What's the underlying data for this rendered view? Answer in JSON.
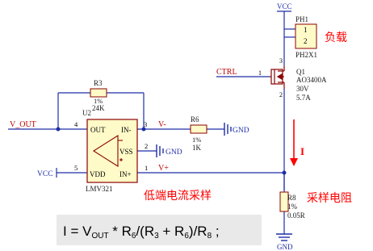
{
  "nets": {
    "vcc_top": "VCC",
    "ctrl": "CTRL",
    "v_out": "V_OUT",
    "vcc_left": "VCC",
    "v_minus": "V-",
    "v_plus": "V+",
    "gnd_r6": "GND",
    "gnd_vss": "GND",
    "gnd_bottom": "GND"
  },
  "components": {
    "ph1": {
      "ref": "PH1",
      "part": "PH2X1",
      "pin1": "1",
      "pin2": "2"
    },
    "q1": {
      "ref": "Q1",
      "part": "AO3400A",
      "voltage": "30V",
      "current": "5.7A",
      "pin_gate": "1",
      "pin_drain": "3",
      "pin_source": "2"
    },
    "r3": {
      "ref": "R3",
      "tol": "1%",
      "value": "24K"
    },
    "r6": {
      "ref": "R6",
      "tol": "1%",
      "value": "1K"
    },
    "r8": {
      "ref": "R8",
      "tol": "1%",
      "value": "0.05R"
    },
    "u2": {
      "ref": "U2",
      "part": "LMV321",
      "pins": {
        "out_label": "OUT",
        "in_minus_label": "IN-",
        "vss_label": "VSS",
        "vdd_label": "VDD",
        "in_plus_label": "IN+",
        "out_num": "4",
        "in_minus_num": "3",
        "vss_num": "2",
        "vdd_num": "5",
        "in_plus_num": "1"
      }
    }
  },
  "annotations": {
    "load": "负载",
    "current_arrow_label": "I",
    "low_side_sense": "低端电流采样",
    "sense_resistor": "采样电阻"
  },
  "formula": {
    "lhs": "I = V",
    "sub_out": "OUT",
    "mid1": " * R",
    "sub_6a": "6",
    "mid2": "/(R",
    "sub_3": "3",
    "mid3": " + R",
    "sub_6b": "6",
    "mid4": ")/R",
    "sub_8": "8",
    "end": " ;"
  },
  "colors": {
    "wire": "#1f2ea8",
    "component": "#8b0000",
    "component_fill": "#fffbc8",
    "label_red": "#c00000",
    "annotation_red": "#ff0000",
    "formula_bg": "#e9e9e9"
  }
}
